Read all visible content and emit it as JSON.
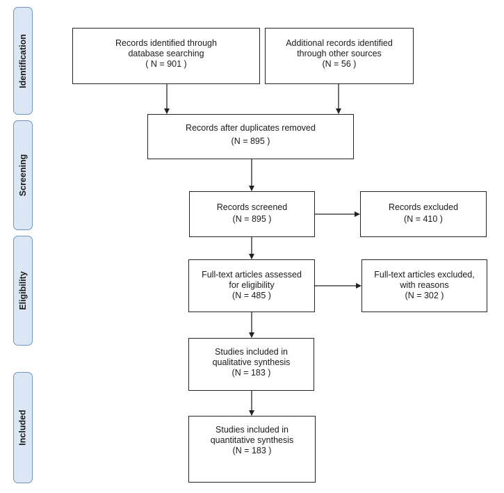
{
  "phases": [
    {
      "id": "identification",
      "label": "Identification"
    },
    {
      "id": "screening",
      "label": "Screening"
    },
    {
      "id": "eligibility",
      "label": "Eligibility"
    },
    {
      "id": "included",
      "label": "Included"
    }
  ],
  "boxes": {
    "db_search": {
      "line1": "Records identified through",
      "line2": "database searching",
      "count": "( N = 901 )"
    },
    "other_sources": {
      "line1": "Additional records identified",
      "line2": "through other sources",
      "count": "(N = 56 )"
    },
    "dedup": {
      "line1": "Records after duplicates removed",
      "count": "(N = 895  )"
    },
    "screened": {
      "line1": "Records screened",
      "count": "(N = 895  )"
    },
    "excluded": {
      "line1": "Records excluded",
      "count": "(N = 410  )"
    },
    "fulltext": {
      "line1": "Full-text articles assessed",
      "line2": "for eligibility",
      "count": "(N = 485  )"
    },
    "fulltext_excluded": {
      "line1": "Full-text articles excluded,",
      "line2": "with reasons",
      "count": "(N = 302  )"
    },
    "qualitative": {
      "line1": "Studies included in",
      "line2": "qualitative synthesis",
      "count": "(N = 183  )"
    },
    "quantitative": {
      "line1": "Studies included in",
      "line2": "quantitative synthesis",
      "count": "(N = 183  )"
    }
  }
}
